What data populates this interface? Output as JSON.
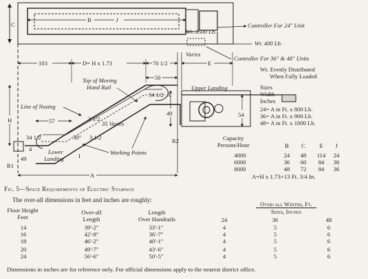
{
  "diagram": {
    "dims": {
      "c": "C",
      "b": "B",
      "j": "J",
      "d": "D= H x 1.73",
      "h": "H",
      "e": "E",
      "varies": "Varies",
      "d103": "103",
      "d70": "70 1/2",
      "d50": "50",
      "d57": "57",
      "d49": "49",
      "d54": "54",
      "d34a": "34 1/2",
      "d34b": "34 1/2",
      "d4": "4",
      "d3": "3 1/2",
      "d30": "30°",
      "d35": "35 Varies",
      "ang32": "3 1/2",
      "r1": "R1",
      "r2": "R2",
      "a": "A",
      "a2": "A",
      "i": "I"
    },
    "labels": {
      "wt3500": "Wt. 3500 Lb.",
      "wt400": "Wt. 400 Lb.",
      "ctrl24": "Controller For 24\" Unit",
      "ctrl36": "Controller For 36\" & 48\" Units",
      "handrail_top": "Top of Moving",
      "handrail_bottom": "Hand Rail",
      "upper_landing": "Upper Landing",
      "line_nosing": "Line of Nosing",
      "lower_landing_1": "Lower",
      "lower_landing_2": "Landing",
      "working_points": "Working Points"
    },
    "weights": {
      "line1": "Wt. Evenly Distributed",
      "line2": "When Fully Loaded",
      "h1": "Sizes",
      "h2": "Width",
      "h3": "Inches",
      "r1": "24= A in Ft. x  800 Lb.",
      "r2": "36= A in Ft. x  900 Lb.",
      "r3": "48= A in Ft. x 1000 Lb."
    },
    "capacity": {
      "h1": "Capacity",
      "h2": "Persons/Hour",
      "cols": [
        "B",
        "C",
        "E",
        "J"
      ],
      "rows": [
        {
          "persons": "4000",
          "b": "24",
          "c": "48",
          "e": "114",
          "j": "24"
        },
        {
          "persons": "6000",
          "b": "36",
          "c": "60",
          "e": "84",
          "j": "30"
        },
        {
          "persons": "8000",
          "b": "48",
          "c": "72",
          "e": "84",
          "j": "36"
        }
      ],
      "formula": "A=H x 1.73+13 Ft. 3/4 In."
    }
  },
  "caption": {
    "fig": "Fig. 5",
    "title": "—Space Requirements of Electric Stairway"
  },
  "intro": "The over-all dimensions in feet and inches are roughly:",
  "table": {
    "h_floor1": "Floor Height",
    "h_floor2": "Feet",
    "h_overall1": "Over-all",
    "h_overall2": "Length",
    "h_length1": "Length",
    "h_length2": "Over Handrails",
    "h_widths1": "Over-all Widths, Ft.",
    "h_widths2": "Sizes, Inches",
    "sizes": [
      "24",
      "36",
      "48"
    ],
    "rows": [
      {
        "floor": "14",
        "overall": "39'-2\"",
        "handrails": "33'-1\"",
        "w24": "4",
        "w36": "5",
        "w48": "6"
      },
      {
        "floor": "16",
        "overall": "42'-8\"",
        "handrails": "36'-7\"",
        "w24": "4",
        "w36": "5",
        "w48": "6"
      },
      {
        "floor": "18",
        "overall": "46'-2\"",
        "handrails": "40'-1\"",
        "w24": "4",
        "w36": "5",
        "w48": "6"
      },
      {
        "floor": "20",
        "overall": "49'-7\"",
        "handrails": "43'-6\"",
        "w24": "4",
        "w36": "5",
        "w48": "6"
      },
      {
        "floor": "24",
        "overall": "56'-6\"",
        "handrails": "50'-5\"",
        "w24": "4",
        "w36": "5",
        "w48": "6"
      }
    ]
  },
  "footnote": "Dimensions in inches are for reference only.  For official dimensions apply to the nearest district office."
}
